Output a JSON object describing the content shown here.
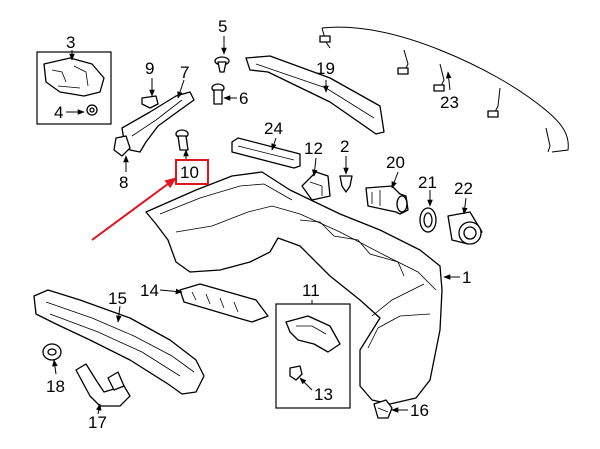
{
  "callouts": {
    "c1": "1",
    "c2": "2",
    "c3": "3",
    "c4": "4",
    "c5": "5",
    "c6": "6",
    "c7": "7",
    "c8": "8",
    "c9": "9",
    "c10": "10",
    "c11": "11",
    "c12": "12",
    "c13": "13",
    "c14": "14",
    "c15": "15",
    "c16": "16",
    "c17": "17",
    "c18": "18",
    "c19": "19",
    "c20": "20",
    "c21": "21",
    "c22": "22",
    "c23": "23",
    "c24": "24"
  },
  "colors": {
    "ink": "#000000",
    "highlight": "#e0141e",
    "background": "#ffffff"
  },
  "highlighted_callout": "10"
}
